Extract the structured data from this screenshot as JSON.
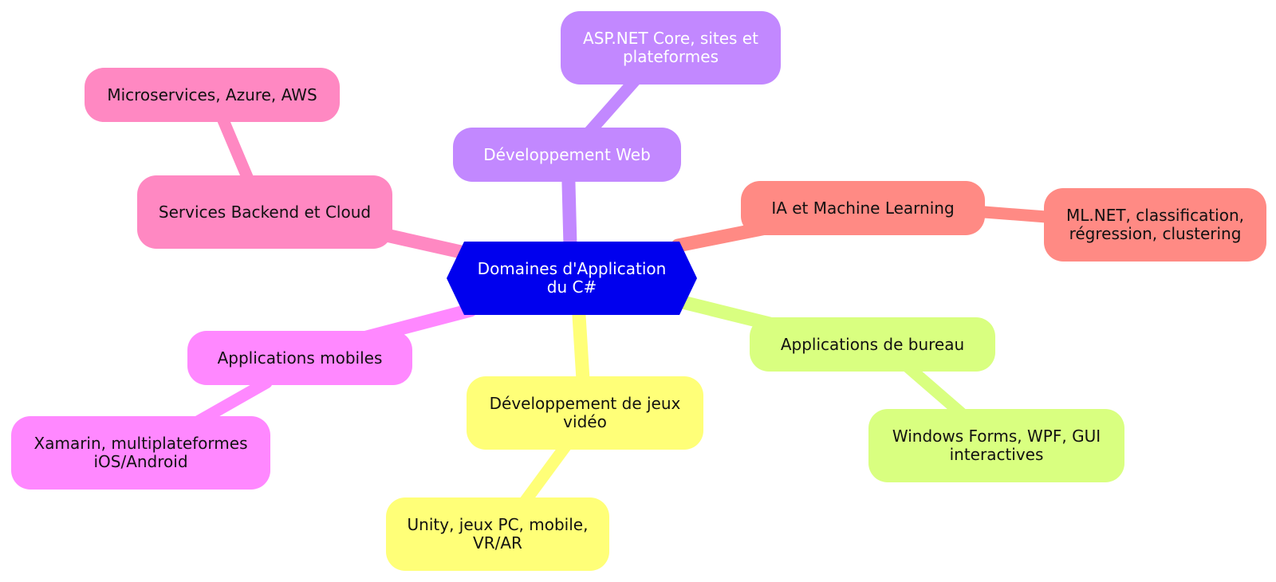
{
  "mindmap": {
    "root": {
      "label": "Domaines d'Application du C#",
      "color": "#0000ee",
      "text_color": "#ffffff"
    },
    "branches": [
      {
        "id": "web",
        "label": "Développement Web",
        "color": "#c288ff",
        "text_color": "#ffffff",
        "child": {
          "label": "ASP.NET Core, sites et plateformes",
          "color": "#c288ff",
          "text_color": "#ffffff"
        }
      },
      {
        "id": "ia",
        "label": "IA et Machine Learning",
        "color": "#ff8a84",
        "text_color": "#111111",
        "child": {
          "label": "ML.NET, classification, régression, clustering",
          "color": "#ff8a84",
          "text_color": "#111111"
        }
      },
      {
        "id": "bureau",
        "label": "Applications de bureau",
        "color": "#d9ff80",
        "text_color": "#111111",
        "child": {
          "label": "Windows Forms, WPF, GUI interactives",
          "color": "#d9ff80",
          "text_color": "#111111"
        }
      },
      {
        "id": "jeux",
        "label": "Développement de jeux vidéo",
        "color": "#ffff78",
        "text_color": "#111111",
        "child": {
          "label": "Unity, jeux PC, mobile, VR/AR",
          "color": "#ffff78",
          "text_color": "#111111"
        }
      },
      {
        "id": "mobile",
        "label": "Applications mobiles",
        "color": "#ff88ff",
        "text_color": "#111111",
        "child": {
          "label": "Xamarin, multiplateformes iOS/Android",
          "color": "#ff88ff",
          "text_color": "#111111"
        }
      },
      {
        "id": "backend",
        "label": "Services Backend et Cloud",
        "color": "#ff88c2",
        "text_color": "#111111",
        "child": {
          "label": "Microservices, Azure, AWS",
          "color": "#ff88c2",
          "text_color": "#111111"
        }
      }
    ]
  }
}
